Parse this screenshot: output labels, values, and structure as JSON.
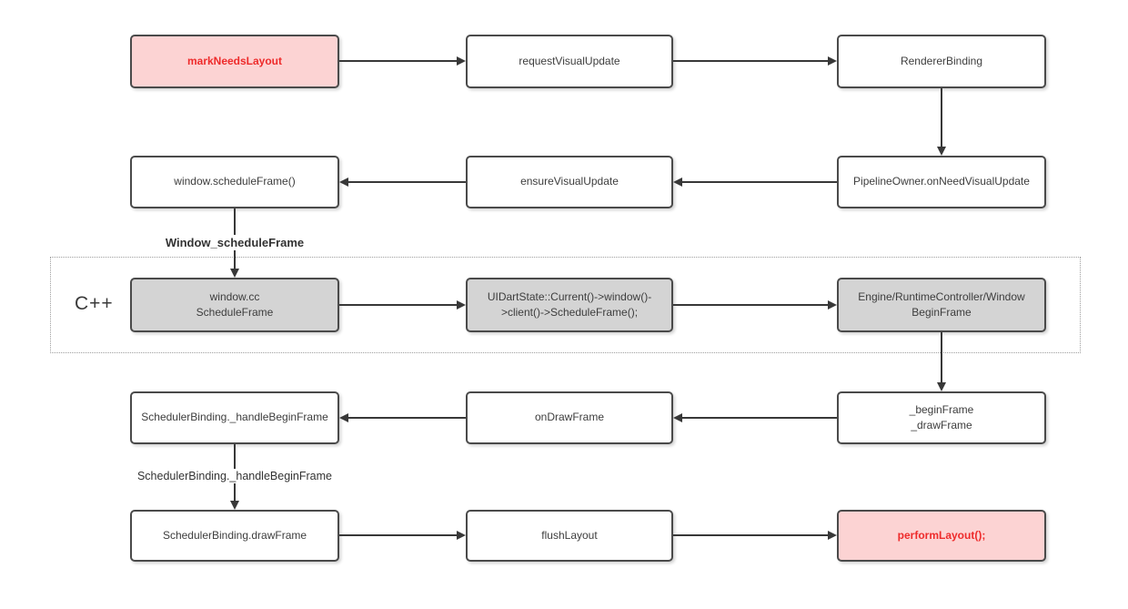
{
  "diagram": {
    "section_label": "C++",
    "nodes": {
      "mark_needs_layout": "markNeedsLayout",
      "request_visual_update": "requestVisualUpdate",
      "renderer_binding": "RendererBinding",
      "window_schedule_frame": "window.scheduleFrame()",
      "ensure_visual_update": "ensureVisualUpdate",
      "pipeline_owner_on_need_visual_update": "PipelineOwner.onNeedVisualUpdate",
      "window_cc_schedule_frame": "window.cc\nScheduleFrame",
      "ui_dart_state_schedule_frame": "UIDartState::Current()->window()-\n>client()->ScheduleFrame();",
      "engine_runtime_controller_window": "Engine/RuntimeController/Window\nBeginFrame",
      "begin_frame_draw_frame": "_beginFrame\n_drawFrame",
      "on_draw_frame": "onDrawFrame",
      "scheduler_binding_handle_begin_frame": "SchedulerBinding._handleBeginFrame",
      "scheduler_binding_draw_frame": "SchedulerBinding.drawFrame",
      "flush_layout": "flushLayout",
      "perform_layout": "performLayout();"
    },
    "edge_labels": {
      "window_schedule_frame_edge": "Window_scheduleFrame",
      "scheduler_binding_handle_begin_frame_edge": "SchedulerBinding._handleBeginFrame"
    },
    "colors": {
      "canvas_bg": "#ffffff",
      "highlight_fill": "#fcd3d3",
      "highlight_text": "#ee2b2b",
      "cpp_node_fill": "#d4d4d4",
      "node_fill": "#ffffff",
      "node_border": "#4a4a4a",
      "node_text": "#3d3d3d",
      "arrow": "#383838",
      "section_border": "#9e9e9e"
    }
  }
}
